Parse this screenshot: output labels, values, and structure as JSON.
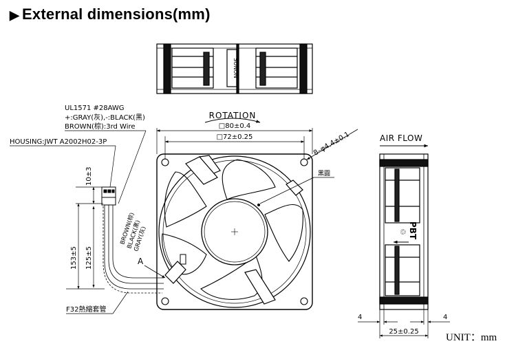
{
  "title": "External dimensions(mm)",
  "title_arrow": "▶",
  "top_view": {
    "brand": "SUNON"
  },
  "front_view": {
    "rotation_label": "ROTATION",
    "outer_dim": "□80±0.4",
    "hole_pitch_dim": "□72±0.25",
    "hole_spec": "8–φ4.4±0.1",
    "black_dot_label": "黑圓",
    "section_marker": "A"
  },
  "wire_spec": {
    "cable": "UL1571  #28AWG",
    "polarity": "+:GRAY(灰),-:BLACK(黑)",
    "third_wire": "BROWN(棕):3rd Wire",
    "housing": "HOUSING:JWT  A2002H02-3P",
    "wire_brown": "BROWN(棕)",
    "wire_black": "BLACK(黑)",
    "wire_gray": "GRAY(灰)",
    "dim_10": "10±3",
    "dim_153": "153±5",
    "dim_125": "125±5",
    "tube_label": "F32熱縮套管"
  },
  "side_view": {
    "airflow_label": "AIR FLOW",
    "material": "PBT",
    "dim_left": "4",
    "dim_right": "4",
    "dim_depth": "25±0.25"
  },
  "unit_label": "UNIT：mm"
}
